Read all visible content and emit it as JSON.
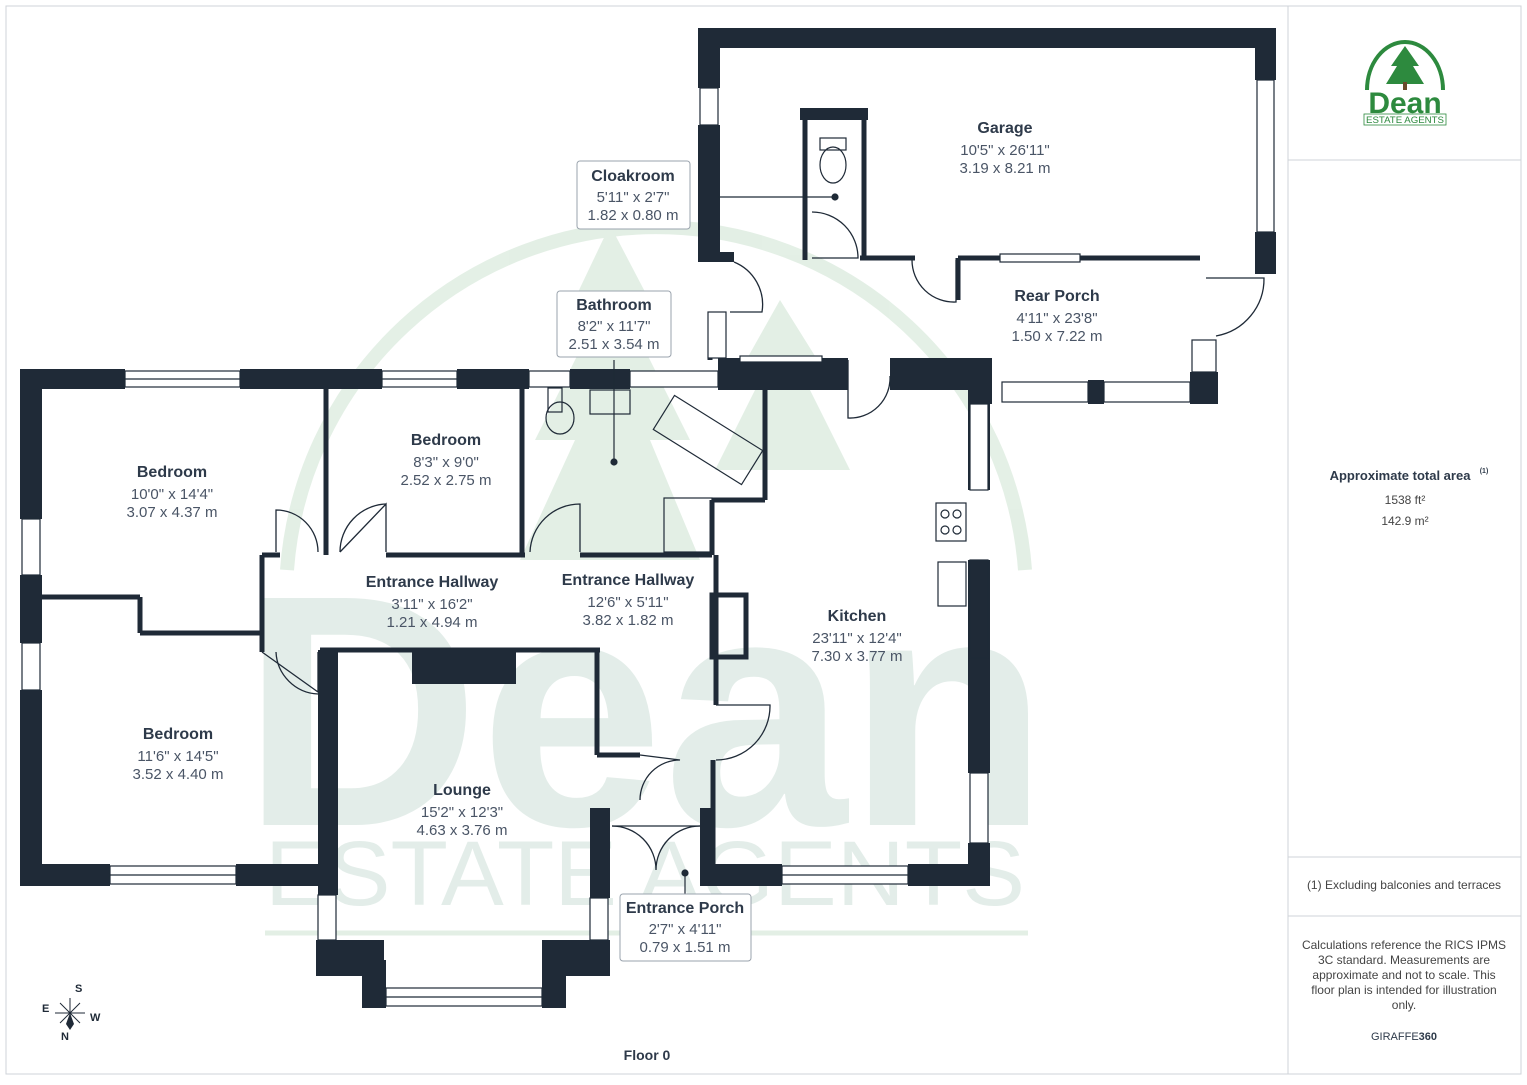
{
  "brand": {
    "logo_word": "Dean",
    "logo_sub": "ESTATE AGENTS",
    "color_green": "#2d8a3e",
    "color_wall": "#1f2a37"
  },
  "watermark": {
    "word": "Dean",
    "sub": "ESTATE AGENTS"
  },
  "rooms": {
    "garage": {
      "name": "Garage",
      "imperial": "10'5\" x 26'11\"",
      "metric": "3.19 x 8.21 m"
    },
    "cloakroom": {
      "name": "Cloakroom",
      "imperial": "5'11\" x 2'7\"",
      "metric": "1.82 x 0.80 m"
    },
    "bathroom": {
      "name": "Bathroom",
      "imperial": "8'2\" x 11'7\"",
      "metric": "2.51 x 3.54 m"
    },
    "rear_porch": {
      "name": "Rear Porch",
      "imperial": "4'11\" x 23'8\"",
      "metric": "1.50 x 7.22 m"
    },
    "bedroom1": {
      "name": "Bedroom",
      "imperial": "10'0\" x 14'4\"",
      "metric": "3.07 x 4.37 m"
    },
    "bedroom2": {
      "name": "Bedroom",
      "imperial": "8'3\" x 9'0\"",
      "metric": "2.52 x 2.75 m"
    },
    "bedroom3": {
      "name": "Bedroom",
      "imperial": "11'6\" x 14'5\"",
      "metric": "3.52 x 4.40 m"
    },
    "hall1": {
      "name": "Entrance Hallway",
      "imperial": "3'11\" x 16'2\"",
      "metric": "1.21 x 4.94 m"
    },
    "hall2": {
      "name": "Entrance Hallway",
      "imperial": "12'6\" x 5'11\"",
      "metric": "3.82 x 1.82 m"
    },
    "kitchen": {
      "name": "Kitchen",
      "imperial": "23'11\" x 12'4\"",
      "metric": "7.30 x 3.77 m"
    },
    "lounge": {
      "name": "Lounge",
      "imperial": "15'2\" x 12'3\"",
      "metric": "4.63 x 3.76 m"
    },
    "porch": {
      "name": "Entrance Porch",
      "imperial": "2'7\" x 4'11\"",
      "metric": "0.79 x 1.51 m"
    }
  },
  "floor_label": "Floor 0",
  "compass": {
    "s": "S",
    "e": "E",
    "w": "W",
    "n": "N"
  },
  "sidebar": {
    "area_title": "Approximate total area",
    "area_note_mark": "(1)",
    "area_sqft": "1538 ft²",
    "area_sqm": "142.9 m²",
    "footnote": "(1) Excluding balconies and terraces",
    "disclaimer": [
      "Calculations reference the RICS IPMS",
      "3C standard. Measurements are",
      "approximate and not to scale. This",
      "floor plan is intended for illustration",
      "only."
    ],
    "credit_a": "GIRAFFE",
    "credit_b": "360"
  }
}
